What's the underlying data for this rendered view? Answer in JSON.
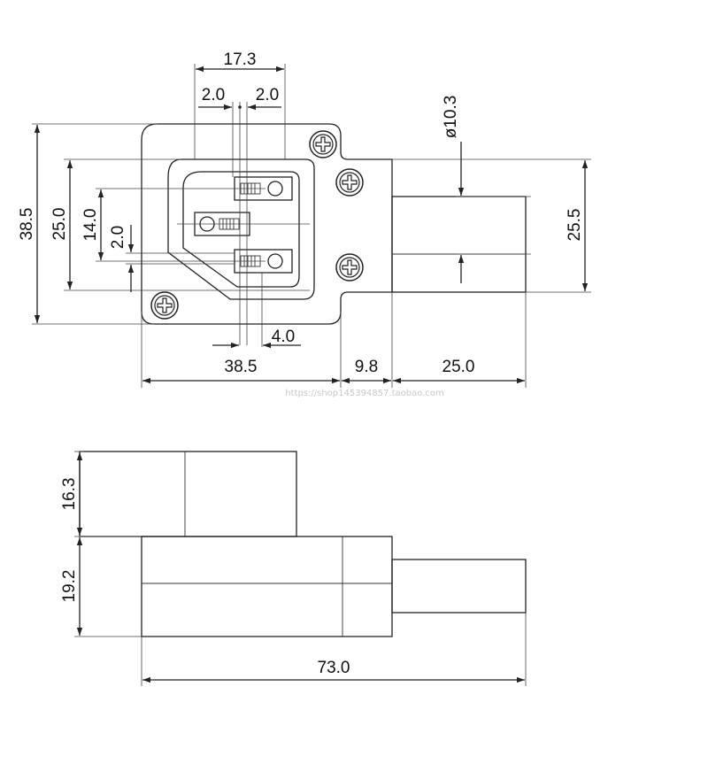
{
  "diagram": {
    "top_view": {
      "dims": {
        "width_top": "17.3",
        "pin_spacing_left": "2.0",
        "pin_spacing_right": "2.0",
        "height_overall": "38.5",
        "height_inner": "25.0",
        "height_pins": "14.0",
        "pin_offset": "2.0",
        "pin_bottom": "4.0",
        "width_body": "38.5",
        "width_step": "9.8",
        "width_tail": "25.0",
        "hole_diameter": "ø10.3",
        "height_tail": "25.5"
      },
      "watermark": "https://shop145394857.taobao.com"
    },
    "side_view": {
      "dims": {
        "height_upper": "16.3",
        "height_lower": "19.2",
        "length_total": "73.0"
      }
    }
  }
}
